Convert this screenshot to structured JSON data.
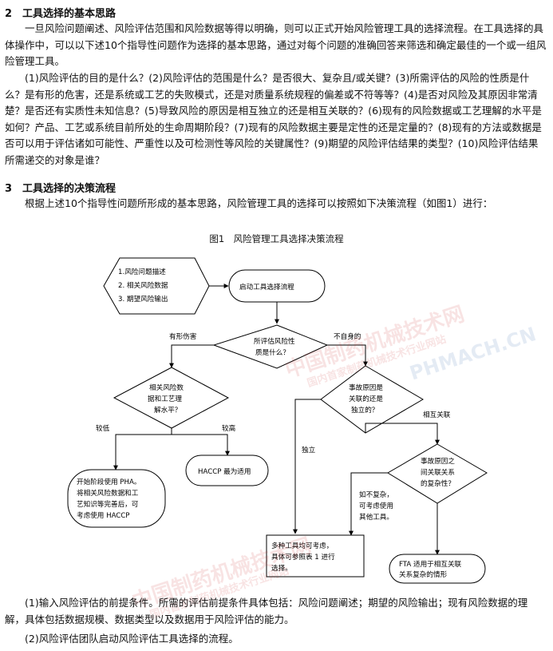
{
  "section2": {
    "num": "2",
    "title": "工具选择的基本思路",
    "p1": "一旦风险问题阐述、风险评估范围和风险数据等得以明确，则可以正式开始风险管理工具的选择流程。在工具选择的具体操作中，可以以下述10个指导性问题作为选择的基本思路，通过对每个问题的准确回答来筛选和确定最佳的一个或一组风险管理工具。",
    "p2": "(1)风险评估的目的是什么？(2)风险评估的范围是什么？是否很大、复杂且/或关键？(3)所需评估的风险的性质是什么？是有形的危害，还是系统或工艺的失败模式，还是对质量系统规程的偏差或不符等等？(4)是否对风险及其原因非常清楚？是否还有实质性未知信息？(5)导致风险的原因是相互独立的还是相互关联的？(6)现有的风险数据或工艺理解的水平是如何？产品、工艺或系统目前所处的生命周期阶段？(7)现有的风险数据主要是定性的还是定量的？(8)现有的方法或数据是否可以用于评估诸如可能性、严重性以及可检测性等风险的关键属性？(9)期望的风险评估结果的类型？(10)风险评估结果所需递交的对象是谁？"
  },
  "section3": {
    "num": "3",
    "title": "工具选择的决策流程",
    "p1": "根据上述10个指导性问题所形成的基本思路，风险管理工具的选择可以按照如下决策流程（如图1）进行："
  },
  "figure": {
    "title": "图1　风险管理工具选择决策流程",
    "inputs": [
      "1.风险问题描述",
      "2. 相关风险数据",
      "3. 期望风险输出"
    ],
    "start": "启动工具选择流程",
    "q_nature": [
      "所评估风险性",
      "质是什么？"
    ],
    "label_tangible": "有形伤害",
    "label_not_tangible": "不自身的",
    "q_level": [
      "相关风险数",
      "据和工艺理",
      "解水平？"
    ],
    "label_low": "较低",
    "label_high": "较高",
    "pha": [
      "开始阶段使用 PHA。",
      "将相关风险数据和工",
      "艺知识等完善后，可",
      "考虑使用 HACCP"
    ],
    "haccp": "HACCP 最为适用",
    "q_independent": [
      "事故原因是",
      "关联的还是",
      "独立的？"
    ],
    "label_independent": "独立",
    "label_related": "相互关联",
    "q_complex": [
      "事故原因之",
      "间关联关系",
      "的复杂性？"
    ],
    "label_not_complex": [
      "如不复杂，",
      "可考虑使用",
      "其他工具。"
    ],
    "multi": [
      "多种工具均可考虑，",
      "具体可参照表 1 进行",
      "选择。"
    ],
    "fta": [
      "FTA 适用于相互关联",
      "关系复杂的情形"
    ]
  },
  "bottom": {
    "p1": "(1)输入风险评估的前提条件。所需的评估前提条件具体包括：风险问题阐述；期望的风险输出；现有风险数据的理解，具体包括数据规模、数据类型以及数据用于风险评估的能力。",
    "p2": "(2)风险评估团队启动风险评估工具选择的流程。"
  },
  "watermarks": [
    "中国制药机械技术网",
    "国内首家制药机械技术行业网站",
    "PHMACH.CN"
  ]
}
